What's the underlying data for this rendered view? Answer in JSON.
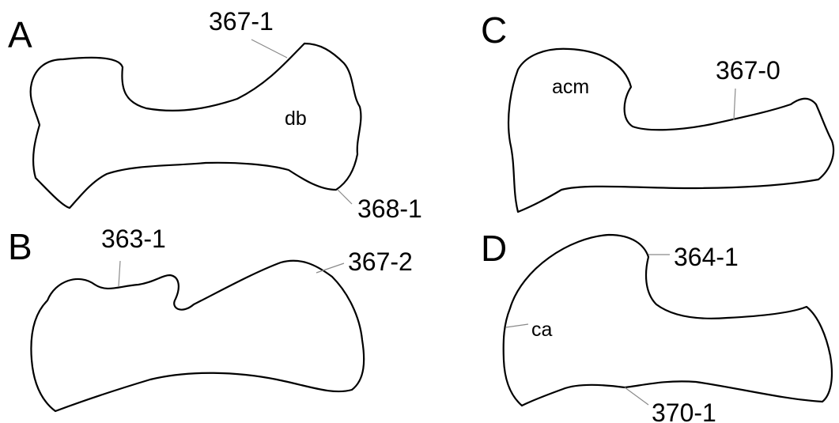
{
  "panels": {
    "a": {
      "letter": "A",
      "callouts": [
        "367-1",
        "368-1"
      ],
      "region_label": "db"
    },
    "b": {
      "letter": "B",
      "callouts": [
        "363-1",
        "367-2"
      ]
    },
    "c": {
      "letter": "C",
      "callouts": [
        "367-0"
      ],
      "region_label": "acm"
    },
    "d": {
      "letter": "D",
      "callouts": [
        "364-1",
        "370-1"
      ],
      "region_label": "ca"
    }
  },
  "colors": {
    "outline": "#000000",
    "leader_line": "#8a8a8a",
    "background": "#ffffff"
  }
}
